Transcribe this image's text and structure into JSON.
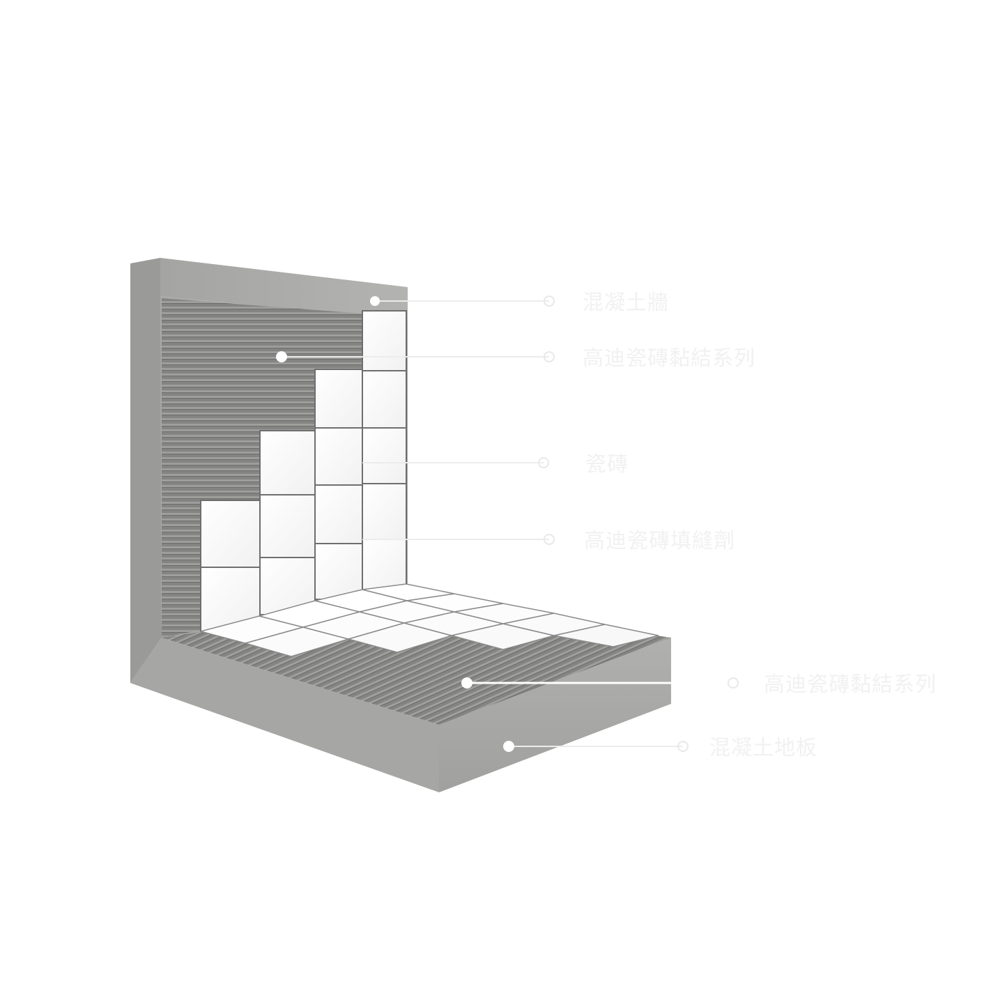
{
  "labels": {
    "concrete_wall": "混凝土牆",
    "wall_adhesive": "高迪瓷磚黏結系列",
    "tile": "瓷磚",
    "grout": "高迪瓷磚填縫劑",
    "floor_adhesive": "高迪瓷磚黏結系列",
    "concrete_floor": "混凝土地板"
  },
  "colors": {
    "concrete": "#a9a9a7",
    "concrete_dark": "#8d8d8b",
    "adhesive": "#7c7c7b",
    "tile": "#ffffff",
    "tile_joint": "#6e6e6e",
    "leader_line": "#ececec",
    "label_text": "#f1f1f1"
  }
}
